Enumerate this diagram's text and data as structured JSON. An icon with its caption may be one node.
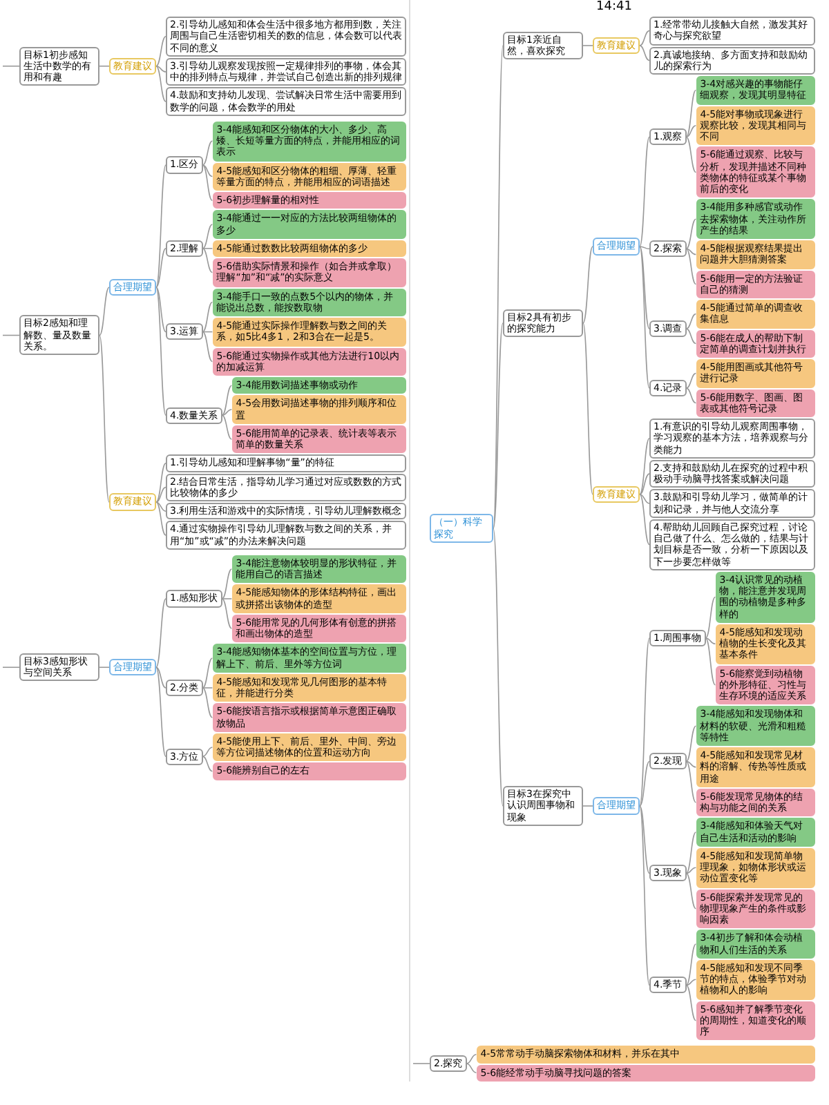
{
  "diagram": {
    "nodes": [
      {
        "text": [
          "目标1初步感知生活中数学的有用和有趣"
        ]
      },
      {
        "text": [
          "教育建议"
        ]
      },
      {
        "text": [
          "2.引导幼儿感知和体会生活中很多地方都用到数，关注周围与自己生活密切相关的数的信息，体会数可以代表不同的意义"
        ]
      },
      {
        "text": [
          "3.引导幼儿观察发现按照一定规律排列的事物，体会其中的排列特点与规律，并尝试自己创造出新的排列规律"
        ]
      },
      {
        "text": [
          "4.鼓励和支持幼儿发现、尝试解决日常生活中需要用到数学的问题，体会数学的用处"
        ]
      },
      {
        "text": [
          "目标2感知和理解数、量及数量关系。"
        ]
      },
      {
        "text": [
          "合理期望"
        ]
      },
      {
        "text": [
          "1.区分"
        ]
      },
      {
        "text": [
          "3-4能感知和区分物体的大小、多少、高矮、长短等量方面的特点，并能用相应的词表示"
        ]
      },
      {
        "text": [
          "4-5能感知和区分物体的粗细、厚薄、轻重等量方面的特点，并能用相应的词语描述"
        ]
      },
      {
        "text": [
          "5-6初步理解量的相对性"
        ]
      },
      {
        "text": [
          "2.理解"
        ]
      },
      {
        "text": [
          "3-4能通过一一对应的方法比较两组物体的多少"
        ]
      },
      {
        "text": [
          "4-5能通过数数比较两组物体的多少"
        ]
      },
      {
        "text": [
          "5-6借助实际情景和操作（如合并或拿取）理解“加”和“减”的实际意义"
        ]
      },
      {
        "text": [
          "3.运算"
        ]
      },
      {
        "text": [
          "3-4能手口一致的点数5个以内的物体，并能说出总数，能按数取物"
        ]
      },
      {
        "text": [
          "4-5能通过实际操作理解数与数之间的关系，如5比4多1，2和3合在一起是5。"
        ]
      },
      {
        "text": [
          "5-6能通过实物操作或其他方法进行10以内的加减运算"
        ]
      },
      {
        "text": [
          "4.数量关系"
        ]
      },
      {
        "text": [
          "3-4能用数词描述事物或动作"
        ]
      },
      {
        "text": [
          "4-5会用数词描述事物的排列顺序和位置"
        ]
      },
      {
        "text": [
          "5-6能用简单的记录表、统计表等表示简单的数量关系"
        ]
      },
      {
        "text": [
          "教育建议"
        ]
      },
      {
        "text": [
          "1.引导幼儿感知和理解事物“量”的特征"
        ]
      },
      {
        "text": [
          "2.结合日常生活，指导幼儿学习通过对应或数数的方式比较物体的多少"
        ]
      },
      {
        "text": [
          "3.利用生活和游戏中的实际情境，引导幼儿理解数概念"
        ]
      },
      {
        "text": [
          "4.通过实物操作引导幼儿理解数与数之间的关系，并用“加”或“减”的办法来解决问题"
        ]
      },
      {
        "text": [
          "目标3感知形状与空间关系"
        ]
      },
      {
        "text": [
          "合理期望"
        ]
      },
      {
        "text": [
          "1.感知形状"
        ]
      },
      {
        "text": [
          "3-4能注意物体较明显的形状特征，并能用自己的语言描述"
        ]
      },
      {
        "text": [
          "4-5能感知物体的形体结构特征，画出或拼搭出该物体的造型"
        ]
      },
      {
        "text": [
          "5-6能用常见的几何形体有创意的拼搭和画出物体的造型"
        ]
      },
      {
        "text": [
          "2.分类"
        ]
      },
      {
        "text": [
          "3-4能感知物体基本的空间位置与方位，理解上下、前后、里外等方位词"
        ]
      },
      {
        "text": [
          "4-5能感知和发现常见几何图形的基本特征，并能进行分类"
        ]
      },
      {
        "text": [
          "5-6能按语言指示或根据简单示意图正确取放物品"
        ]
      },
      {
        "text": [
          "3.方位"
        ]
      },
      {
        "text": [
          "4-5能使用上下、前后、里外、中间、旁边等方位词描述物体的位置和运动方向"
        ]
      },
      {
        "text": [
          "5-6能辨别自己的左右"
        ]
      },
      {
        "text": [
          "（一）科学探究"
        ]
      },
      {
        "text": [
          "2.探究"
        ]
      },
      {
        "text": [
          "4-5常常动手动脑探索物体和材料，并乐在其中"
        ]
      },
      {
        "text": [
          "5-6能经常动手动脑寻找问题的答案"
        ]
      },
      {
        "text": [
          "目标1亲近自然，喜欢探究"
        ]
      },
      {
        "text": [
          "教育建议"
        ]
      },
      {
        "text": [
          "1.经常带幼儿接触大自然，激发其好奇心与探究欲望"
        ]
      },
      {
        "text": [
          "2.真诚地接纳、多方面支持和鼓励幼儿的探索行为"
        ]
      },
      {
        "text": [
          "目标2具有初步的探究能力"
        ]
      },
      {
        "text": [
          "合理期望"
        ]
      },
      {
        "text": [
          "1.观察"
        ]
      },
      {
        "text": [
          "3-4对感兴趣的事物能仔细观察，发现其明显特征"
        ]
      },
      {
        "text": [
          "4-5能对事物或现象进行观察比较，发现其相同与不同"
        ]
      },
      {
        "text": [
          "5-6能通过观察、比较与分析，发现并描述不同种类物体的特征或某个事物前后的变化"
        ]
      },
      {
        "text": [
          "2.探索"
        ]
      },
      {
        "text": [
          "3-4能用多种感官或动作去探索物体，关注动作所产生的结果"
        ]
      },
      {
        "text": [
          "4-5能根据观察结果提出问题并大胆猜测答案"
        ]
      },
      {
        "text": [
          "5-6能用一定的方法验证自己的猜测"
        ]
      },
      {
        "text": [
          "3.调查"
        ]
      },
      {
        "text": [
          "4-5能通过简单的调查收集信息"
        ]
      },
      {
        "text": [
          "5-6能在成人的帮助下制定简单的调查计划并执行"
        ]
      },
      {
        "text": [
          "4.记录"
        ]
      },
      {
        "text": [
          "4-5能用图画或其他符号进行记录"
        ]
      },
      {
        "text": [
          "5-6能用数字、图画、图表或其他符号记录"
        ]
      },
      {
        "text": [
          "教育建议"
        ]
      },
      {
        "text": [
          "1.有意识的引导幼儿观察周围事物，学习观察的基本方法，培养观察与分类能力"
        ]
      },
      {
        "text": [
          "2.支持和鼓励幼儿在探究的过程中积极动手动脑寻找答案或解决问题"
        ]
      },
      {
        "text": [
          "3.鼓励和引导幼儿学习，做简单的计划和记录，并与他人交流分享"
        ]
      },
      {
        "text": [
          "4.帮助幼儿回顾自己探究过程，讨论自己做了什么、怎么做的，结果与计划目标是否一致，分析一下原因以及下一步要怎样做等"
        ]
      },
      {
        "text": [
          "目标3在探究中认识周围事物和现象"
        ]
      },
      {
        "text": [
          "合理期望"
        ]
      },
      {
        "text": [
          "1.周围事物"
        ]
      },
      {
        "text": [
          "3-4认识常见的动植物，能注意并发现周围的动植物是多种多样的"
        ]
      },
      {
        "text": [
          "4-5能感知和发现动植物的生长变化及其基本条件"
        ]
      },
      {
        "text": [
          "5-6能察觉到动植物的外形特征、习性与生存环境的适应关系"
        ]
      },
      {
        "text": [
          "2.发现"
        ]
      },
      {
        "text": [
          "3-4能感知和发现物体和材料的软硬、光滑和粗糙等特性"
        ]
      },
      {
        "text": [
          "4-5能感知和发现常见材料的溶解、传热等性质或用途"
        ]
      },
      {
        "text": [
          "5-6能发现常见物体的结构与功能之间的关系"
        ]
      },
      {
        "text": [
          "3.现象"
        ]
      },
      {
        "text": [
          "3-4能感知和体验天气对自己生活和活动的影响"
        ]
      },
      {
        "text": [
          "4-5能感知和发现简单物理现象，如物体形状或运动位置变化等"
        ]
      },
      {
        "text": [
          "5-6能探索并发现常见的物理现象产生的条件或影响因素"
        ]
      },
      {
        "text": [
          "4.季节"
        ]
      },
      {
        "text": [
          "3-4初步了解和体会动植物和人们生活的关系"
        ]
      },
      {
        "text": [
          "4-5能感知和发现不同季节的特点，体验季节对动植物和人的影响"
        ]
      },
      {
        "text": [
          "5-6感知并了解季节变化的周期性，知道变化的顺序"
        ]
      }
    ],
    "edges": [
      {
        "from": null,
        "to": 0,
        "arrow": "none"
      },
      {
        "from": 0,
        "to": 1,
        "arrow": "none"
      },
      {
        "from": 1,
        "to": 2,
        "arrow": "none"
      },
      {
        "from": 1,
        "to": 3,
        "arrow": "none"
      },
      {
        "from": 1,
        "to": 4,
        "arrow": "none"
      },
      {
        "from": null,
        "to": 5,
        "arrow": "none"
      },
      {
        "from": 5,
        "to": 6,
        "arrow": "none"
      },
      {
        "from": 6,
        "to": 7,
        "arrow": "none"
      },
      {
        "from": 7,
        "to": 8,
        "arrow": "none"
      },
      {
        "from": 7,
        "to": 9,
        "arrow": "none"
      },
      {
        "from": 7,
        "to": 10,
        "arrow": "none"
      },
      {
        "from": 6,
        "to": 11,
        "arrow": "none"
      },
      {
        "from": 11,
        "to": 12,
        "arrow": "none"
      },
      {
        "from": 11,
        "to": 13,
        "arrow": "none"
      },
      {
        "from": 11,
        "to": 14,
        "arrow": "none"
      },
      {
        "from": 6,
        "to": 15,
        "arrow": "none"
      },
      {
        "from": 15,
        "to": 16,
        "arrow": "none"
      },
      {
        "from": 15,
        "to": 17,
        "arrow": "none"
      },
      {
        "from": 15,
        "to": 18,
        "arrow": "none"
      },
      {
        "from": 6,
        "to": 19,
        "arrow": "none"
      },
      {
        "from": 19,
        "to": 20,
        "arrow": "none"
      },
      {
        "from": 19,
        "to": 21,
        "arrow": "none"
      },
      {
        "from": 19,
        "to": 22,
        "arrow": "none"
      },
      {
        "from": 5,
        "to": 23,
        "arrow": "none"
      },
      {
        "from": 23,
        "to": 24,
        "arrow": "none"
      },
      {
        "from": 23,
        "to": 25,
        "arrow": "none"
      },
      {
        "from": 23,
        "to": 26,
        "arrow": "none"
      },
      {
        "from": 23,
        "to": 27,
        "arrow": "none"
      },
      {
        "from": null,
        "to": 28,
        "arrow": "none"
      },
      {
        "from": 28,
        "to": 29,
        "arrow": "none"
      },
      {
        "from": 29,
        "to": 30,
        "arrow": "none"
      },
      {
        "from": 30,
        "to": 31,
        "arrow": "none"
      },
      {
        "from": 30,
        "to": 32,
        "arrow": "none"
      },
      {
        "from": 30,
        "to": 33,
        "arrow": "none"
      },
      {
        "from": 29,
        "to": 34,
        "arrow": "none"
      },
      {
        "from": 34,
        "to": 35,
        "arrow": "none"
      },
      {
        "from": 34,
        "to": 36,
        "arrow": "none"
      },
      {
        "from": 34,
        "to": 37,
        "arrow": "none"
      },
      {
        "from": 29,
        "to": 38,
        "arrow": "none"
      },
      {
        "from": 38,
        "to": 39,
        "arrow": "none"
      },
      {
        "from": 38,
        "to": 40,
        "arrow": "none"
      },
      {
        "from": null,
        "to": 42,
        "arrow": "none"
      },
      {
        "from": 42,
        "to": 43,
        "arrow": "none"
      },
      {
        "from": 42,
        "to": 44,
        "arrow": "none"
      },
      {
        "from": 41,
        "to": 45,
        "arrow": "none"
      },
      {
        "from": 45,
        "to": 46,
        "arrow": "none"
      },
      {
        "from": 46,
        "to": 47,
        "arrow": "none"
      },
      {
        "from": 46,
        "to": 48,
        "arrow": "none"
      },
      {
        "from": 41,
        "to": 49,
        "arrow": "none"
      },
      {
        "from": 49,
        "to": 50,
        "arrow": "none"
      },
      {
        "from": 50,
        "to": 51,
        "arrow": "none"
      },
      {
        "from": 51,
        "to": 52,
        "arrow": "none"
      },
      {
        "from": 51,
        "to": 53,
        "arrow": "none"
      },
      {
        "from": 51,
        "to": 54,
        "arrow": "none"
      },
      {
        "from": 50,
        "to": 55,
        "arrow": "none"
      },
      {
        "from": 55,
        "to": 56,
        "arrow": "none"
      },
      {
        "from": 55,
        "to": 57,
        "arrow": "none"
      },
      {
        "from": 55,
        "to": 58,
        "arrow": "none"
      },
      {
        "from": 50,
        "to": 59,
        "arrow": "none"
      },
      {
        "from": 59,
        "to": 60,
        "arrow": "none"
      },
      {
        "from": 59,
        "to": 61,
        "arrow": "none"
      },
      {
        "from": 50,
        "to": 62,
        "arrow": "none"
      },
      {
        "from": 62,
        "to": 63,
        "arrow": "none"
      },
      {
        "from": 62,
        "to": 64,
        "arrow": "none"
      },
      {
        "from": 49,
        "to": 65,
        "arrow": "none"
      },
      {
        "from": 65,
        "to": 66,
        "arrow": "none"
      },
      {
        "from": 65,
        "to": 67,
        "arrow": "none"
      },
      {
        "from": 65,
        "to": 68,
        "arrow": "none"
      },
      {
        "from": 65,
        "to": 69,
        "arrow": "none"
      },
      {
        "from": 41,
        "to": 70,
        "arrow": "none"
      },
      {
        "from": 70,
        "to": 71,
        "arrow": "none"
      },
      {
        "from": 71,
        "to": 72,
        "arrow": "none"
      },
      {
        "from": 72,
        "to": 73,
        "arrow": "none"
      },
      {
        "from": 72,
        "to": 74,
        "arrow": "none"
      },
      {
        "from": 72,
        "to": 75,
        "arrow": "none"
      },
      {
        "from": 71,
        "to": 76,
        "arrow": "none"
      },
      {
        "from": 76,
        "to": 77,
        "arrow": "none"
      },
      {
        "from": 76,
        "to": 78,
        "arrow": "none"
      },
      {
        "from": 76,
        "to": 79,
        "arrow": "none"
      },
      {
        "from": 71,
        "to": 80,
        "arrow": "none"
      },
      {
        "from": 80,
        "to": 81,
        "arrow": "none"
      },
      {
        "from": 80,
        "to": 82,
        "arrow": "none"
      },
      {
        "from": 80,
        "to": 83,
        "arrow": "none"
      },
      {
        "from": 71,
        "to": 84,
        "arrow": "none"
      },
      {
        "from": 84,
        "to": 85,
        "arrow": "none"
      },
      {
        "from": 84,
        "to": 86,
        "arrow": "none"
      },
      {
        "from": 84,
        "to": 87,
        "arrow": "none"
      }
    ],
    "labels": [
      "14:41"
    ]
  }
}
